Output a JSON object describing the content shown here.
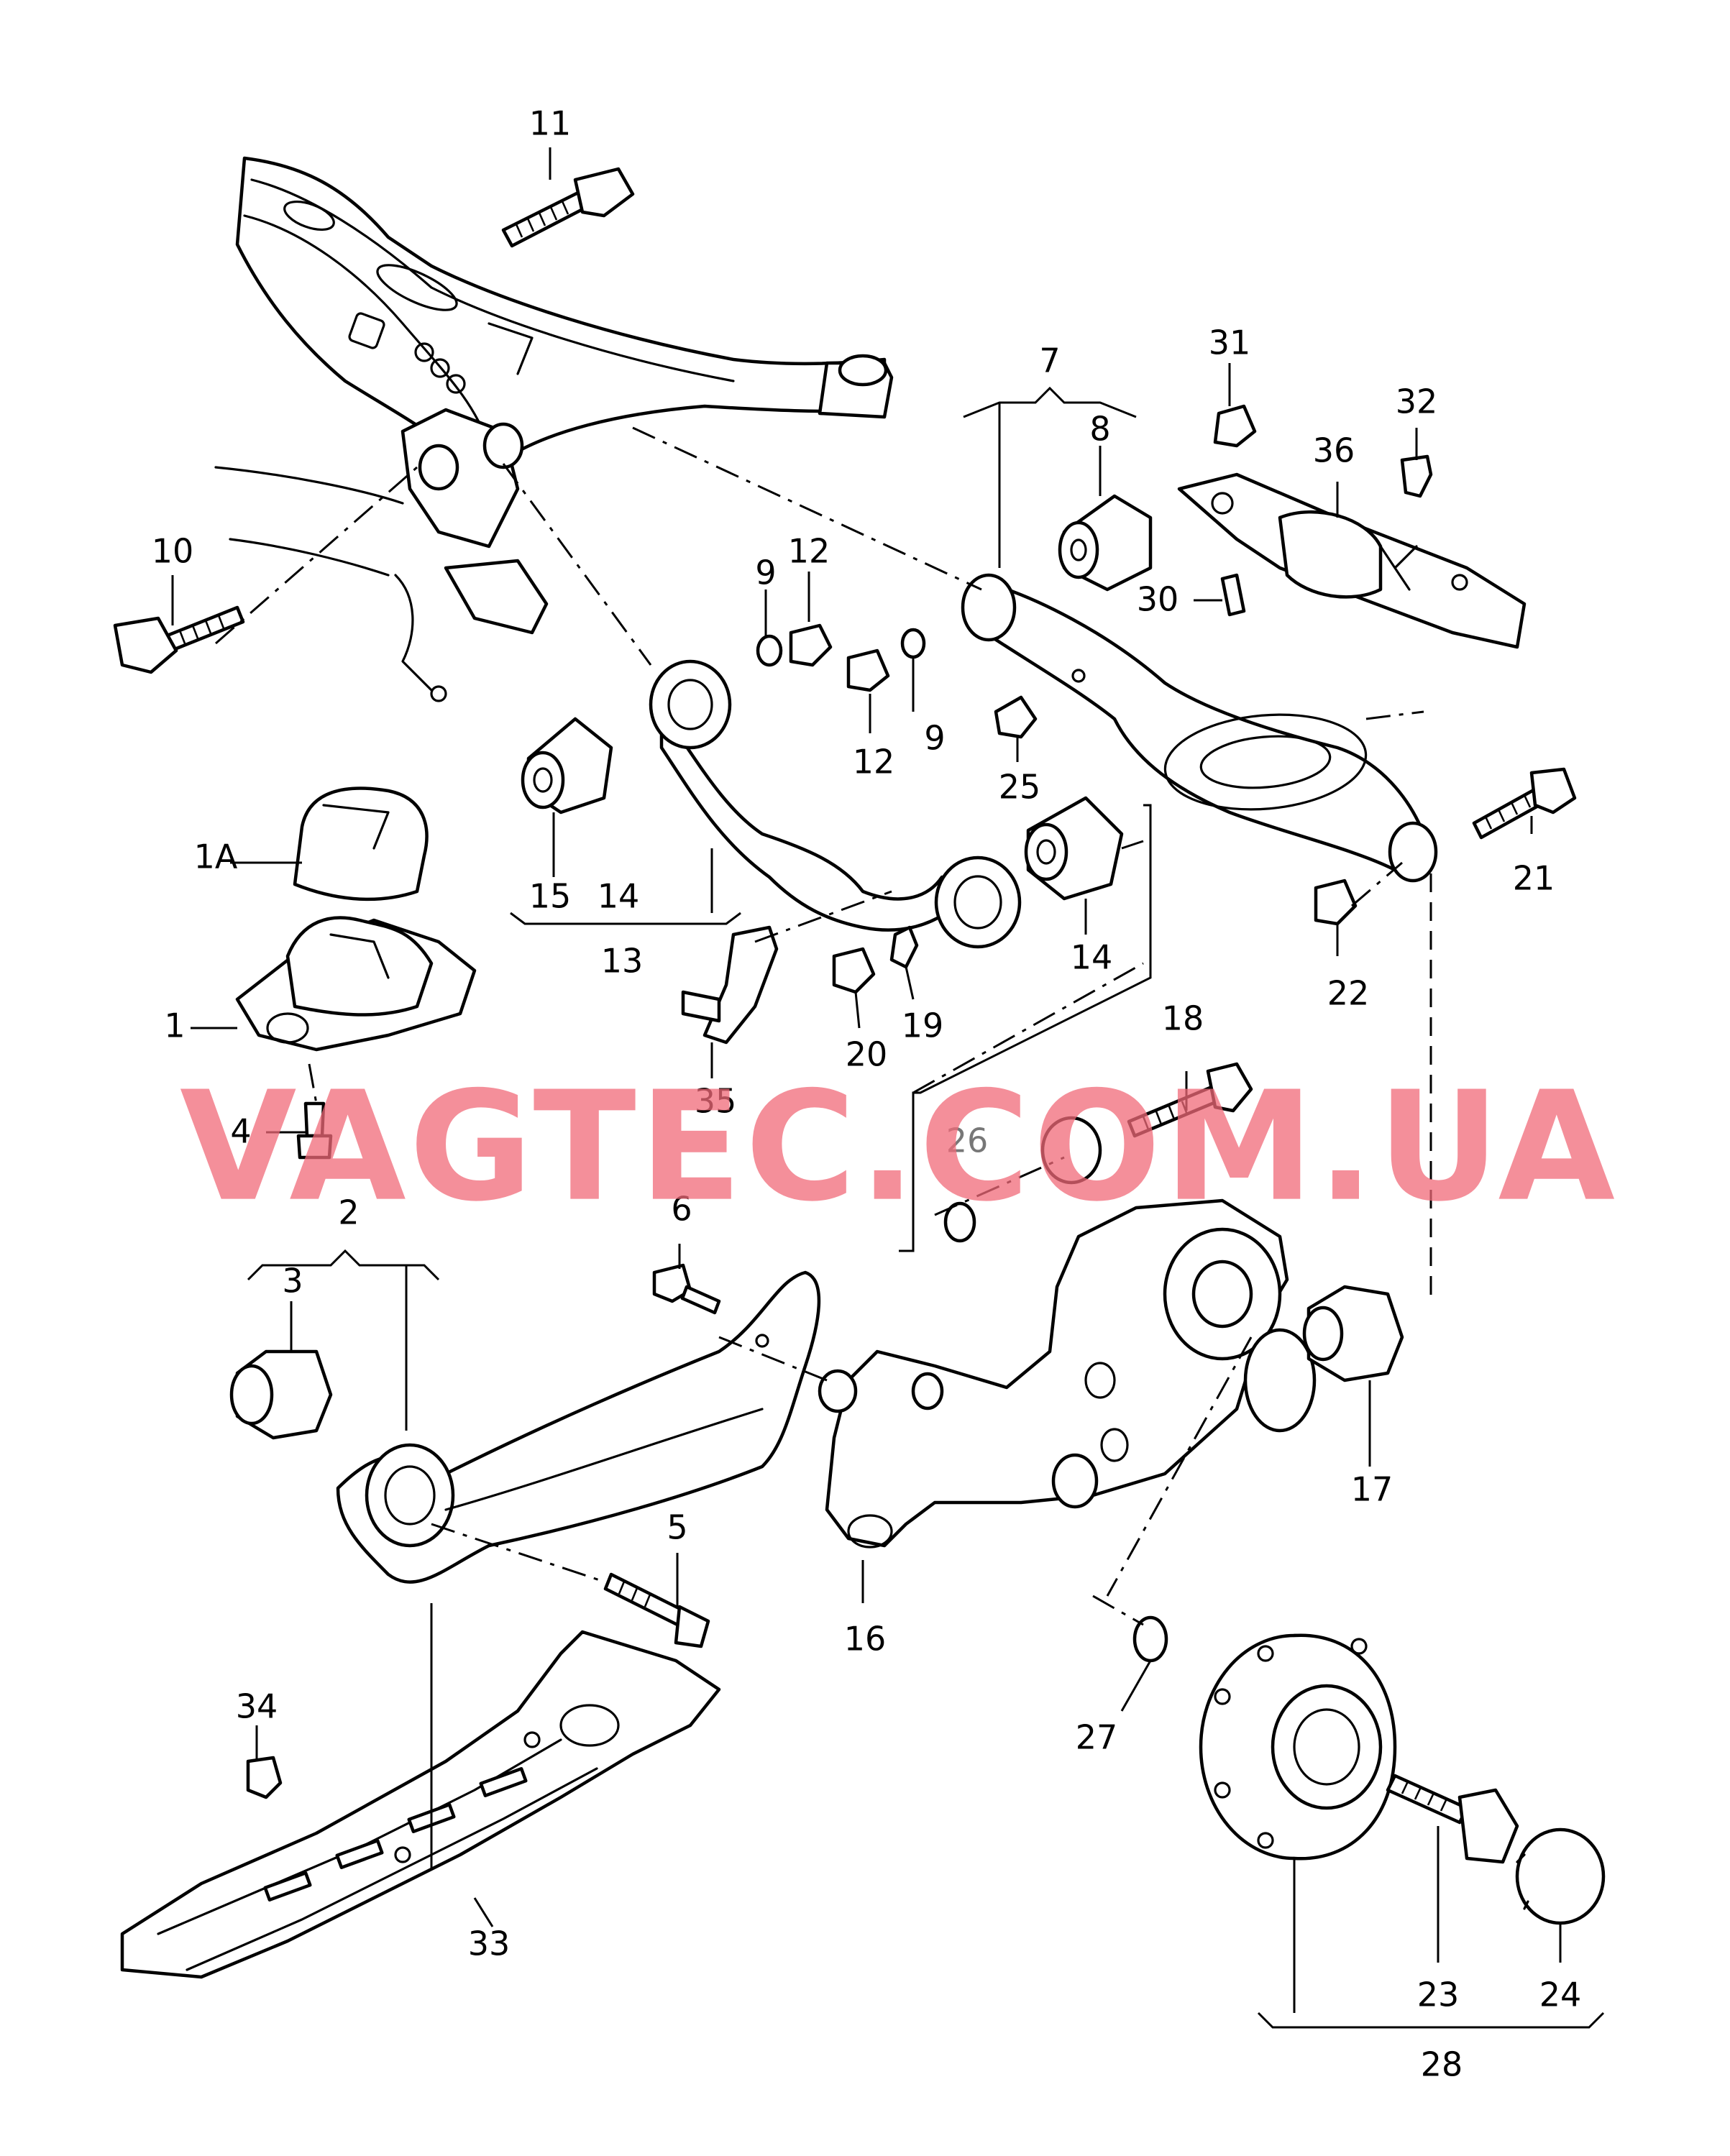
{
  "watermark": "VAGTEC.COM.UA",
  "callouts": {
    "c1": "1",
    "c1a": "1A",
    "c2": "2",
    "c3": "3",
    "c4": "4",
    "c5": "5",
    "c6": "6",
    "c7": "7",
    "c8": "8",
    "c9a": "9",
    "c9b": "9",
    "c10": "10",
    "c11": "11",
    "c12a": "12",
    "c12b": "12",
    "c13": "13",
    "c14a": "14",
    "c14b": "14",
    "c15": "15",
    "c16": "16",
    "c17": "17",
    "c18": "18",
    "c19": "19",
    "c20": "20",
    "c21": "21",
    "c22": "22",
    "c23": "23",
    "c24": "24",
    "c25": "25",
    "c26": "26",
    "c27": "27",
    "c28": "28",
    "c30": "30",
    "c31": "31",
    "c32": "32",
    "c33": "33",
    "c34": "34",
    "c35": "35",
    "c36": "36"
  },
  "colors": {
    "line": "#000000",
    "watermark": "#f06a78",
    "callout_26": "#777777"
  }
}
